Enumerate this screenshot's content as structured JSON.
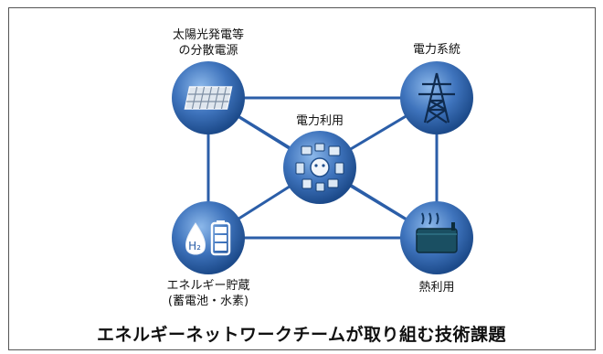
{
  "nodes": {
    "solar": {
      "label": "太陽光発電等\nの分散電源",
      "icon": "solar-panel-icon"
    },
    "grid": {
      "label": "電力系統",
      "icon": "transmission-tower-icon"
    },
    "use": {
      "label": "電力利用",
      "icon": "appliances-icon"
    },
    "storage": {
      "label": "エネルギー貯蔵\n(蓄電池・水素)",
      "icon": "battery-hydrogen-icon"
    },
    "heat": {
      "label": "熱利用",
      "icon": "heat-tank-icon"
    }
  },
  "caption": "エネルギーネットワークチームが取り組む技術課題",
  "colors": {
    "node_dark": "#1f4e8c",
    "node_light": "#6f9fd8",
    "line": "#2b5ea8"
  }
}
